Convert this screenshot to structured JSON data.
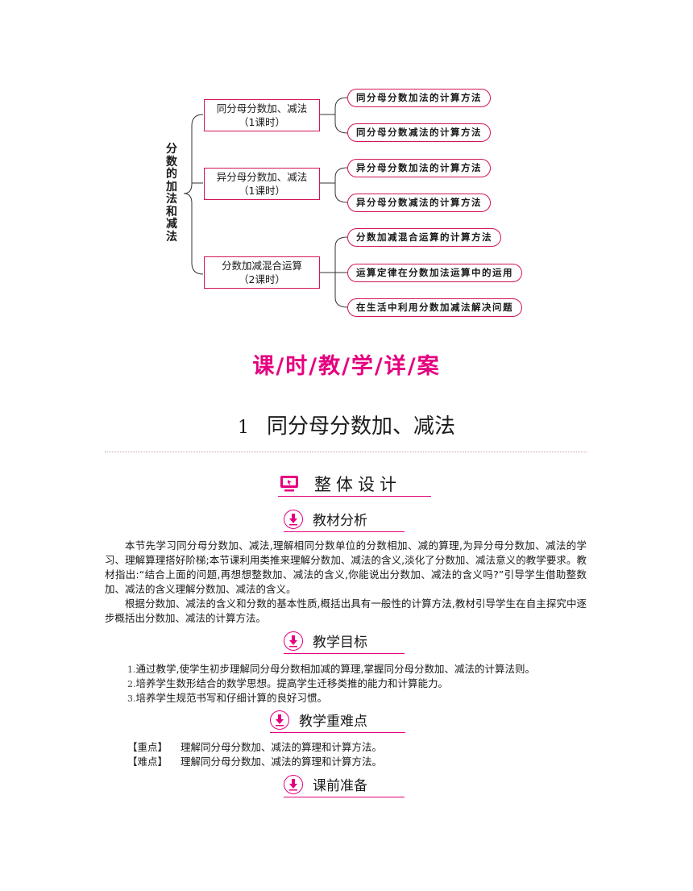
{
  "mindmap": {
    "root": "分数的加法和减法",
    "branches": [
      {
        "title": "同分母分数加、减法",
        "hours": "（1课时）",
        "leaves": [
          "同分母分数加法的计算方法",
          "同分母分数减法的计算方法"
        ]
      },
      {
        "title": "异分母分数加、减法",
        "hours": "（1课时）",
        "leaves": [
          "异分母分数加法的计算方法",
          "异分母分数减法的计算方法"
        ]
      },
      {
        "title": "分数加减混合运算",
        "hours": "（2课时）",
        "leaves": [
          "分数加减混合运算的计算方法",
          "运算定律在分数加法运算中的运用",
          "在生活中利用分数加减法解决问题"
        ]
      }
    ]
  },
  "banner": "课/时/教/学/详/案",
  "lesson": {
    "number": "1",
    "title": "同分母分数加、减法"
  },
  "design_heading": "整体设计",
  "sections": {
    "analysis": {
      "heading": "教材分析",
      "paragraphs": [
        "本节先学习同分母分数加、减法,理解相同分数单位的分数相加、减的算理,为异分母分数加、减法的学习、理解算理搭好阶梯;本节课利用类推来理解分数加、减法的含义,淡化了分数加、减法意义的教学要求。教材指出:“结合上面的问题,再想想整数加、减法的含义,你能说出分数加、减法的含义吗?”引导学生借助整数加、减法的含义理解分数加、减法的含义。",
        "根据分数加、减法的含义和分数的基本性质,概括出具有一般性的计算方法,教材引导学生在自主探究中逐步概括出分数加、减法的计算方法。"
      ]
    },
    "goals": {
      "heading": "教学目标",
      "items": [
        {
          "num": "1.",
          "text": "通过教学,使学生初步理解同分母分数相加减的算理,掌握同分母分数加、减法的计算法则。"
        },
        {
          "num": "2.",
          "text": "培养学生数形结合的数学思想。提高学生迁移类推的能力和计算能力。"
        },
        {
          "num": "3.",
          "text": "培养学生规范书写和仔细计算的良好习惯。"
        }
      ]
    },
    "key_points": {
      "heading": "教学重难点",
      "key_label": "【重点】",
      "key_text": "理解同分母分数加、减法的算理和计算方法。",
      "difficult_label": "【难点】",
      "difficult_text": "理解同分母分数加、减法的算理和计算方法。"
    },
    "preparation": {
      "heading": "课前准备"
    }
  },
  "colors": {
    "accent": "#e5007f",
    "box_border": "#d4145a"
  }
}
